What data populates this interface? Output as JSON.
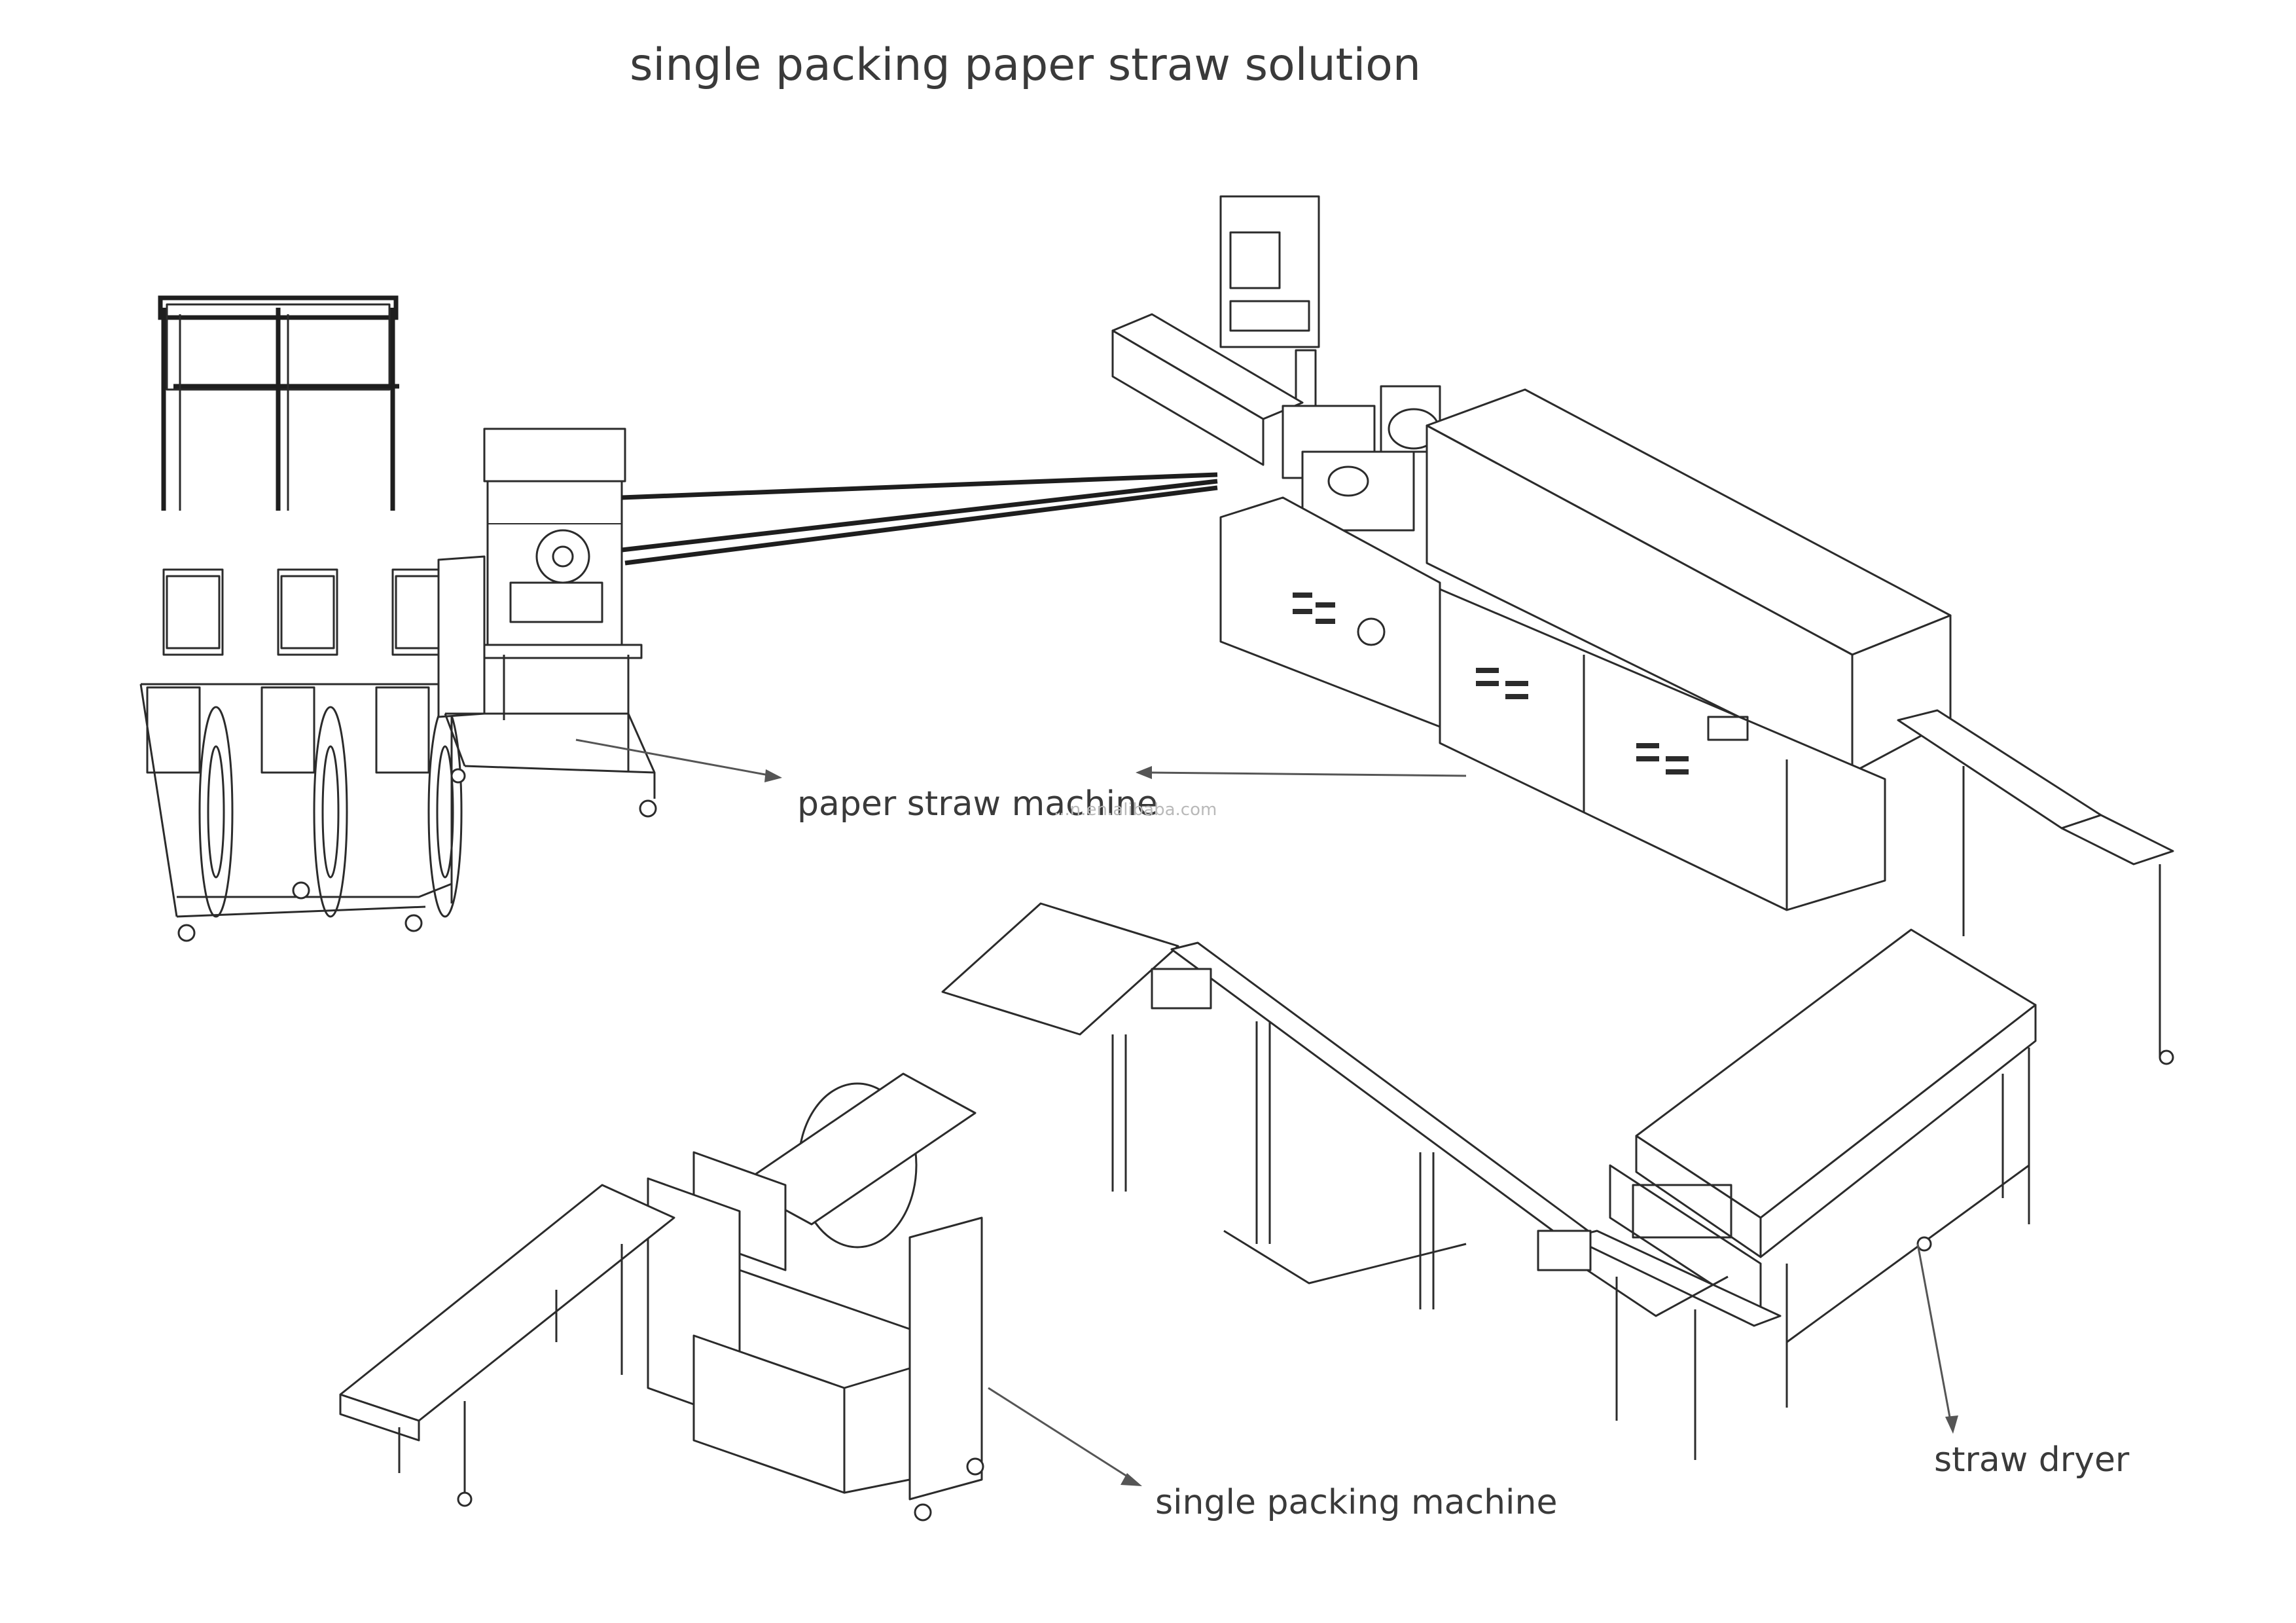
{
  "title": "single packing paper straw solution",
  "labels": {
    "paper_straw_machine": "paper straw machine",
    "single_packing_machine": "single packing machine",
    "straw_dryer": "straw dryer"
  },
  "watermark": "...n.en.alibaba.com",
  "colors": {
    "line": "#2b2b2b",
    "text": "#3a3a3a",
    "arrow": "#555555",
    "background": "#ffffff"
  }
}
